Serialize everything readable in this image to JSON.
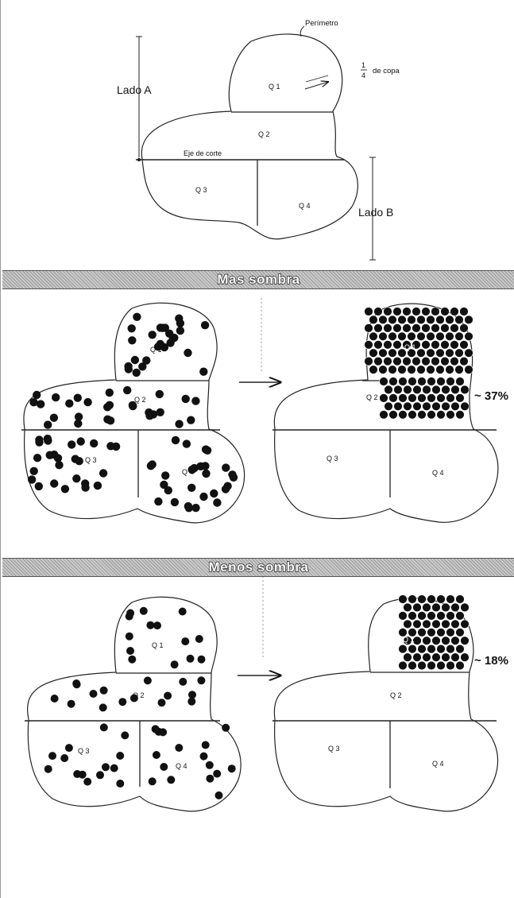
{
  "top_diagram": {
    "perimeter_label": "Perímetro",
    "fraction_numerator": "1",
    "fraction_denominator": "4",
    "fraction_suffix": "de copa",
    "side_a_label": "Lado A",
    "side_b_label": "Lado B",
    "cut_axis_label": "Eje de corte",
    "quadrants": [
      "Q 1",
      "Q 2",
      "Q 3",
      "Q 4"
    ]
  },
  "section_more_shade": {
    "title": "Mas sombra",
    "result_percent": "~ 37%",
    "left_quadrants": [
      "Q 1",
      "Q 2",
      "Q 3",
      "Q 4"
    ],
    "right_quadrants": [
      "Q 1",
      "Q 2",
      "Q 3",
      "Q 4"
    ]
  },
  "section_less_shade": {
    "title": "Menos sombra",
    "result_percent": "~ 18%",
    "left_quadrants": [
      "Q 1",
      "Q 2",
      "Q 3",
      "Q 4"
    ],
    "right_quadrants": [
      "Q 1",
      "Q 2",
      "Q 3",
      "Q 4"
    ]
  },
  "colors": {
    "ink": "#111111",
    "banner_stripe": "#9b9b9b",
    "banner_text": "#ffffff"
  }
}
